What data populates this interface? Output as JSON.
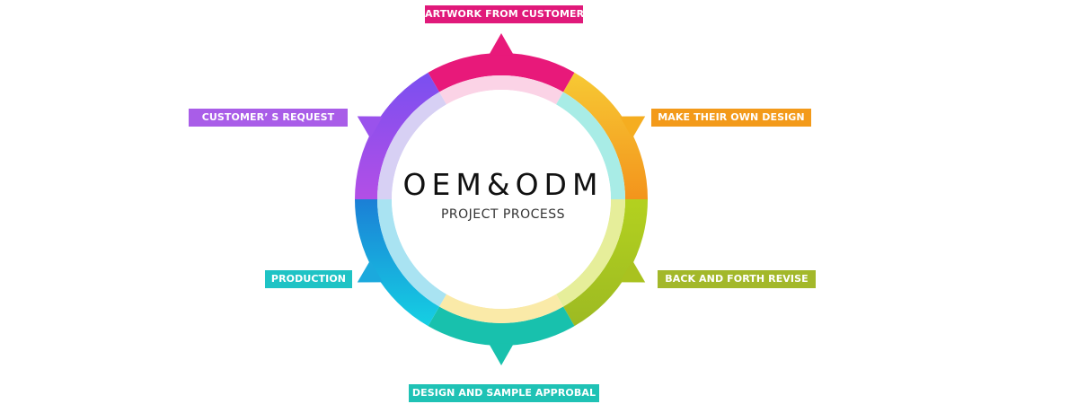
{
  "center": {
    "title": "OEM&ODM",
    "subtitle": "PROJECT PROCESS"
  },
  "steps": [
    {
      "id": "artwork",
      "label": "ARTWORK FROM CUSTOMER",
      "color": "#e0197a",
      "inner_color": "#fbd3e6"
    },
    {
      "id": "own-design",
      "label": "MAKE THEIR OWN DESIGN",
      "color": "#f39a1a",
      "inner_color": "#a8ece6"
    },
    {
      "id": "revise",
      "label": "BACK AND FORTH REVISE",
      "color": "#a3b82a",
      "inner_color": "#e6ee9a"
    },
    {
      "id": "approval",
      "label": "DESIGN AND SAMPLE APPROBAL",
      "color": "#1fc2b5",
      "inner_color": "#faeaa8"
    },
    {
      "id": "production",
      "label": "PRODUCTION",
      "color": "#1fc3c5",
      "inner_color": "#a9e3f2"
    },
    {
      "id": "request",
      "label": "CUSTOMER’ S REQUEST",
      "color": "#a95de8",
      "inner_color": "#d7d0f4"
    }
  ],
  "ring_colors": {
    "artwork": "#e8197a",
    "own_design": "#f8b21c",
    "revise": "#9fcc1f",
    "approval": "#18c1ad",
    "production": "#1e8fd8",
    "request": "#a64fe8"
  }
}
